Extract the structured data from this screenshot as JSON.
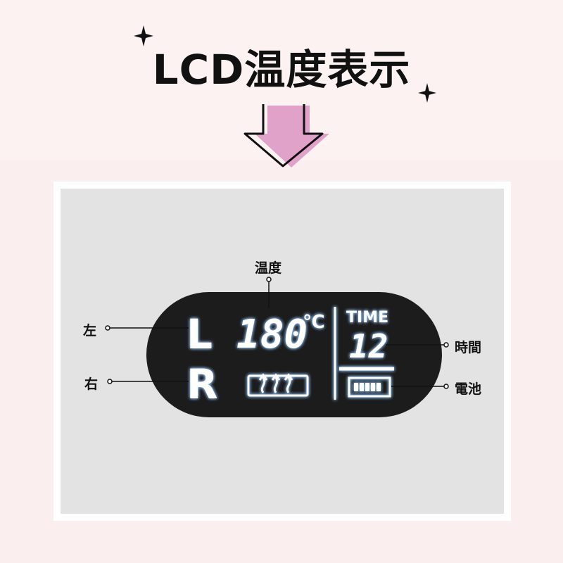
{
  "title": "LCD温度表示",
  "callouts": {
    "temperature": "温度",
    "left": "左",
    "right": "右",
    "time": "時間",
    "battery": "電池"
  },
  "lcd": {
    "left_letter": "L",
    "right_letter": "R",
    "temperature_value": "180",
    "temperature_unit": "℃",
    "time_label": "TIME",
    "time_value": "12",
    "battery_level": 1.0
  },
  "colors": {
    "background": "#fbeeee",
    "accent_pink": "#e0a2c8",
    "lcd_body": "#1c1c1c",
    "lcd_glow": "#cfe6ff"
  }
}
